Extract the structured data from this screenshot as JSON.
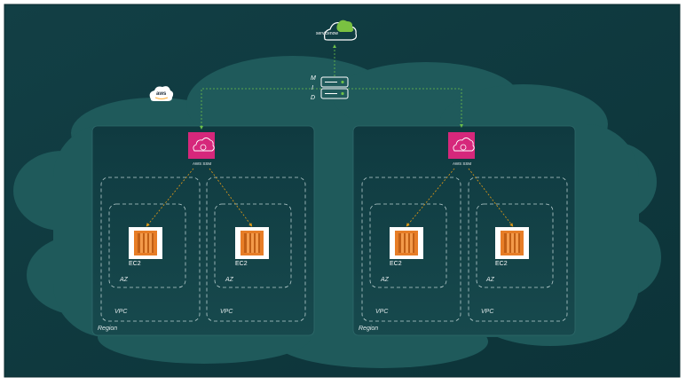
{
  "servicenow_label": "servicenow",
  "mid_letters": [
    "M",
    "I",
    "D"
  ],
  "aws_logo_text": "aws",
  "ssm_label": "AWS SSM",
  "ec2_label": "EC2",
  "az_label": "AZ",
  "vpc_label": "VPC",
  "region_label": "Region",
  "colors": {
    "background": "#0f3b40",
    "cloud": "#1f5b5c",
    "region_box": "#103c42",
    "ssm": "#d6277b",
    "ec2": "#e77d26",
    "connector_green": "#6cc04a",
    "connector_orange": "#e39a16",
    "servicenow_cloud": "#7ac141"
  }
}
